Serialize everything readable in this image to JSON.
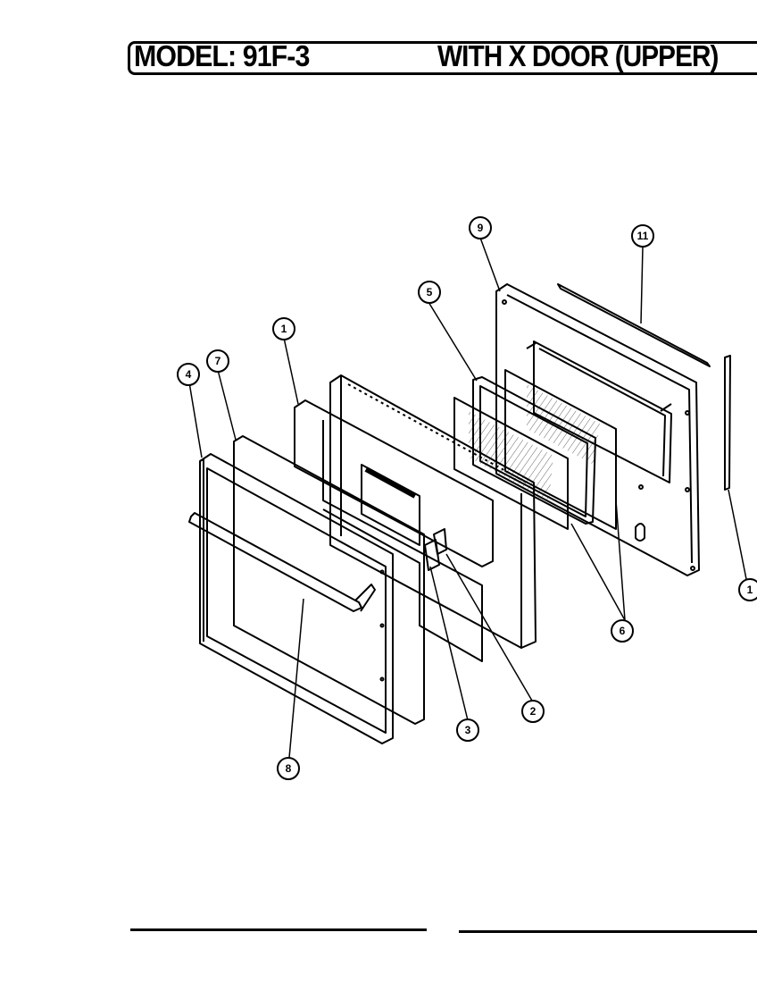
{
  "header": {
    "model_label": "MODEL: 91F-3",
    "title": "WITH X DOOR (UPPER)"
  },
  "callouts": {
    "c1_top": "1",
    "c2": "2",
    "c3": "3",
    "c4": "4",
    "c5": "5",
    "c6": "6",
    "c7": "7",
    "c8": "8",
    "c9": "9",
    "c11": "11",
    "c1_right": "1"
  }
}
